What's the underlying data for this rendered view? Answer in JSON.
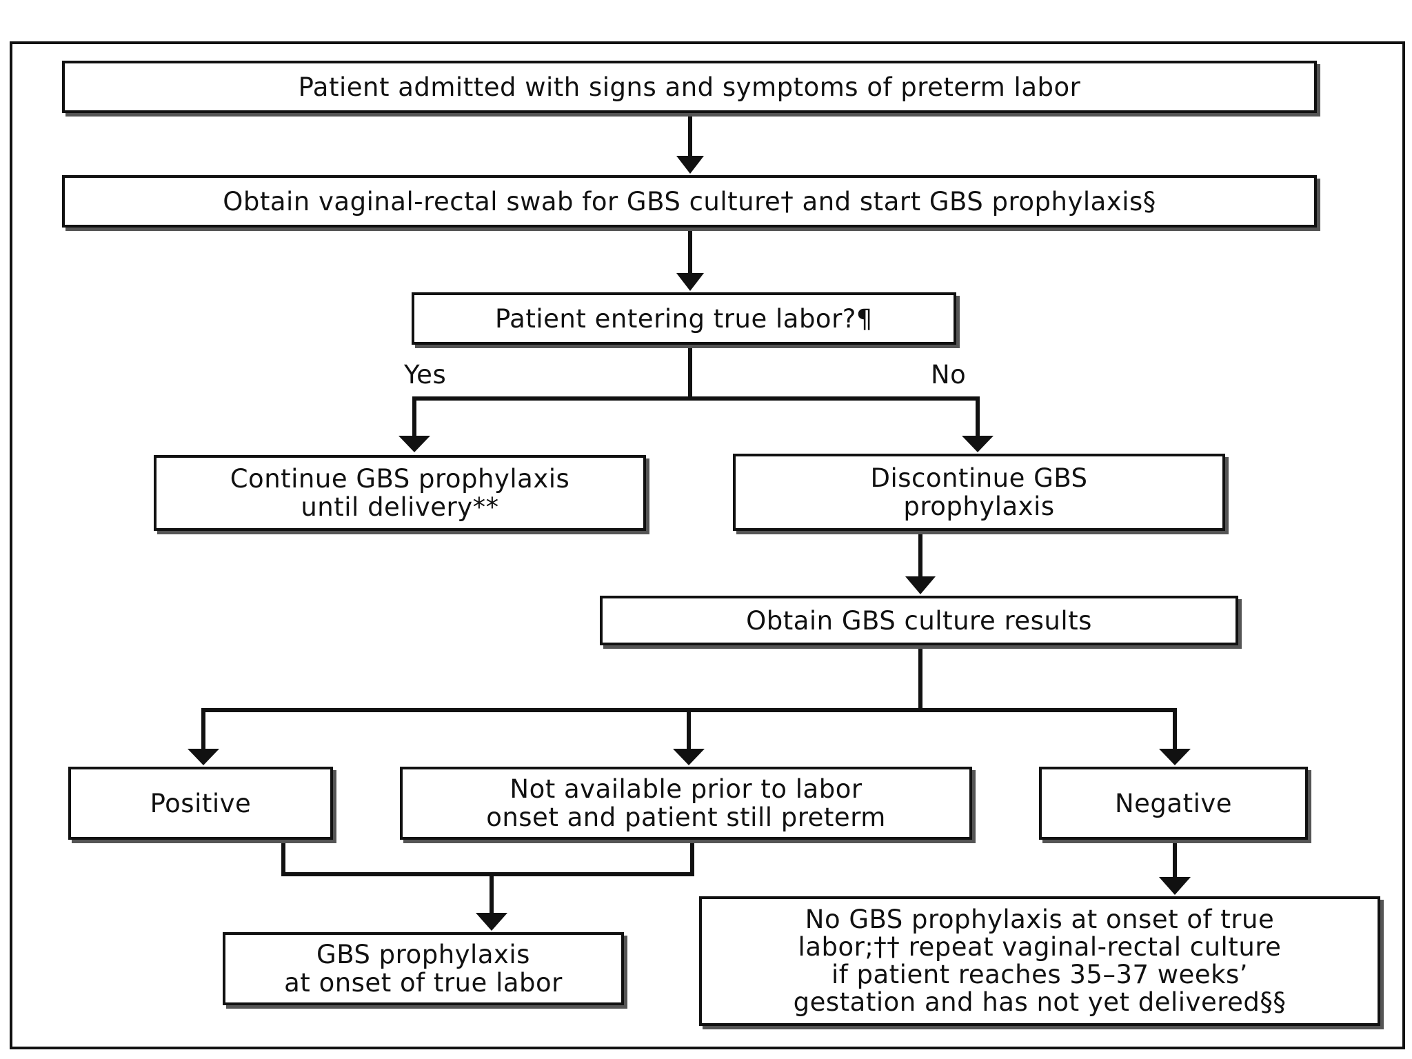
{
  "nodes": {
    "admitted": {
      "line1": "Patient  admitted with signs and symptoms of preterm labor"
    },
    "swab": {
      "line1": "Obtain vaginal-rectal swab for GBS culture† and start GBS prophylaxis§"
    },
    "true_labor": {
      "line1": "Patient entering true labor?¶"
    },
    "continue": {
      "line1": "Continue GBS prophylaxis",
      "line2": "until delivery**"
    },
    "discontinue": {
      "line1": "Discontinue GBS",
      "line2": "prophylaxis"
    },
    "culture_results": {
      "line1": "Obtain GBS culture results"
    },
    "positive": {
      "line1": "Positive"
    },
    "not_available": {
      "line1": "Not available prior to labor",
      "line2": "onset and patient still preterm"
    },
    "negative": {
      "line1": "Negative"
    },
    "prophylaxis_onset": {
      "line1": "GBS prophylaxis",
      "line2": "at onset of true labor"
    },
    "no_prophylaxis": {
      "line1": "No GBS prophylaxis at onset of true",
      "line2": "labor;†† repeat vaginal-rectal culture",
      "line3": "if patient reaches 35–37 weeks’",
      "line4": "gestation and has not yet delivered§§"
    }
  },
  "edges": {
    "yes_label": "Yes",
    "no_label": "No"
  }
}
